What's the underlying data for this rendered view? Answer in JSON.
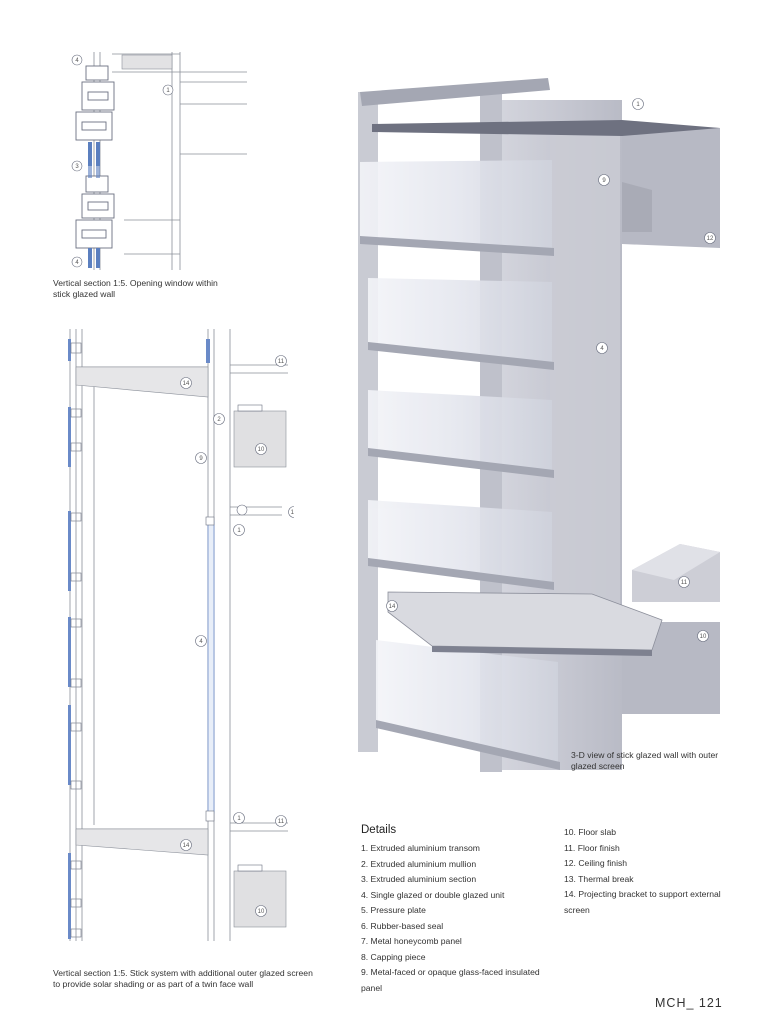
{
  "drawings": {
    "section_a_caption": "Vertical section 1:5. Opening window within stick glazed wall",
    "section_b_caption": "Vertical section 1:5. Stick system with additional outer glazed screen to provide solar shading or as part of a twin face wall",
    "view_3d_caption": "3-D view of stick glazed wall with outer glazed screen"
  },
  "details": {
    "heading": "Details",
    "items_left": [
      "1. Extruded aluminium transom",
      "2. Extruded aluminium mullion",
      "3. Extruded aluminium section",
      "4. Single glazed or double glazed unit",
      "5. Pressure plate",
      "6. Rubber-based seal",
      "7. Metal honeycomb panel",
      "8. Capping piece",
      "9. Metal-faced or opaque glass-faced insulated panel"
    ],
    "items_right": [
      "10. Floor slab",
      "11. Floor finish",
      "12. Ceiling finish",
      "13. Thermal break",
      "14. Projecting bracket to support external screen"
    ]
  },
  "folio": "MCH_ 121"
}
